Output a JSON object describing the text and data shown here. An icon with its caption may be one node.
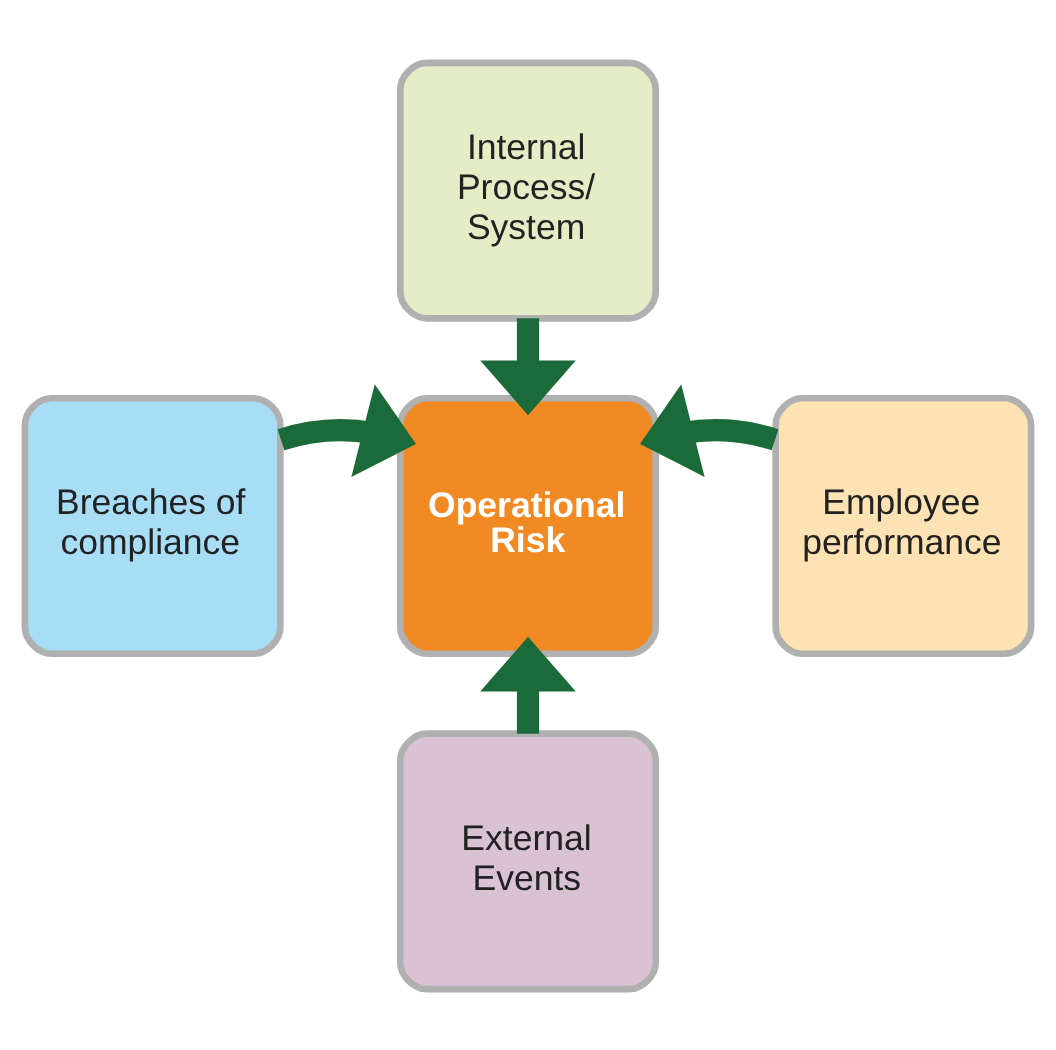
{
  "diagram": {
    "nodes": [
      {
        "text": [
          "Internal Process/ System"
        ]
      },
      {
        "text": [
          "Breaches of compliance"
        ]
      },
      {
        "text": [
          "Operational Risk"
        ]
      },
      {
        "text": [
          "Employee performance"
        ]
      },
      {
        "text": [
          "External Events"
        ]
      }
    ],
    "edges": [
      {
        "from": 0,
        "to": 2,
        "arrow": "to"
      },
      {
        "from": 1,
        "to": 2,
        "arrow": "to"
      },
      {
        "from": 3,
        "to": 2,
        "arrow": "to"
      },
      {
        "from": 4,
        "to": 2,
        "arrow": "to"
      }
    ]
  }
}
